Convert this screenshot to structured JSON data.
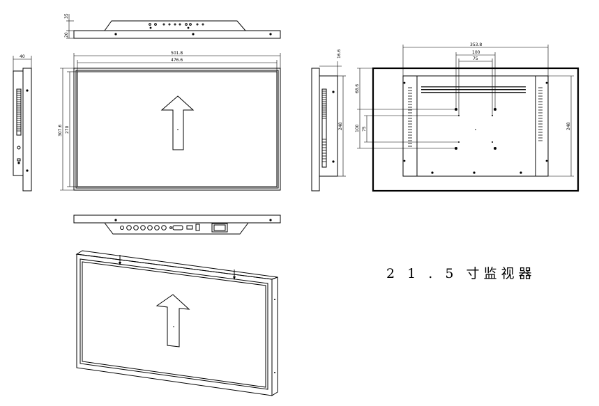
{
  "title": "21.5寸监视器",
  "title_display": "2 1 . 5 寸监视器",
  "top_view_dims": {
    "height_a": "35",
    "height_b": "20"
  },
  "side_left_dims": {
    "depth": "40"
  },
  "front_view_dims": {
    "outer_width": "501.8",
    "inner_width": "476.6",
    "outer_height": "307.6",
    "inner_height": "270"
  },
  "side_right_dims": {
    "depth": "16.6",
    "height": "248"
  },
  "back_view_dims": {
    "width": "353.8",
    "vesa_outer": "100",
    "vesa_inner": "75",
    "upper_offset": "68.6",
    "vesa_vertical_outer": "100",
    "vesa_vertical_inner": "75",
    "height": "248"
  }
}
